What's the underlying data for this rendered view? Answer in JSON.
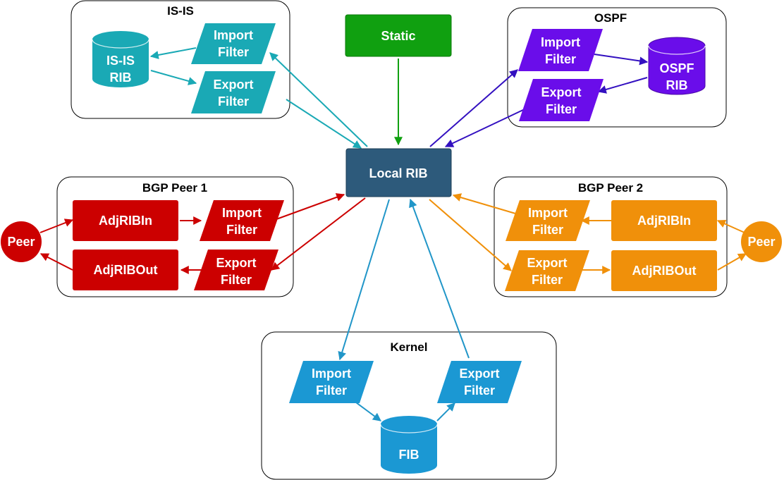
{
  "colors": {
    "isis": "#1aa9b5",
    "static": "#10a010",
    "ospf": "#6a0dea",
    "bgp1": "#cc0000",
    "bgp2": "#f0900a",
    "kernel": "#1b98d3",
    "local_rib": "#2d5a7b",
    "ospf_arrow": "#3310c0",
    "kernel_arrow": "#2196c8"
  },
  "groups": {
    "isis": "IS-IS",
    "ospf": "OSPF",
    "bgp_peer_1": "BGP Peer 1",
    "bgp_peer_2": "BGP Peer 2",
    "kernel": "Kernel"
  },
  "nodes": {
    "static": "Static",
    "local_rib": "Local RIB",
    "isis_rib": [
      "IS-IS",
      "RIB"
    ],
    "isis_import": [
      "Import",
      "Filter"
    ],
    "isis_export": [
      "Export",
      "Filter"
    ],
    "ospf_rib": [
      "OSPF",
      "RIB"
    ],
    "ospf_import": [
      "Import",
      "Filter"
    ],
    "ospf_export": [
      "Export",
      "Filter"
    ],
    "bgp1_adjribin": "AdjRIBIn",
    "bgp1_adjribout": "AdjRIBOut",
    "bgp1_import": [
      "Import",
      "Filter"
    ],
    "bgp1_export": [
      "Export",
      "Filter"
    ],
    "bgp1_peer": "Peer",
    "bgp2_adjribin": "AdjRIBIn",
    "bgp2_adjribout": "AdjRIBOut",
    "bgp2_import": [
      "Import",
      "Filter"
    ],
    "bgp2_export": [
      "Export",
      "Filter"
    ],
    "bgp2_peer": "Peer",
    "kernel_import": [
      "Import",
      "Filter"
    ],
    "kernel_export": [
      "Export",
      "Filter"
    ],
    "fib": "FIB"
  }
}
